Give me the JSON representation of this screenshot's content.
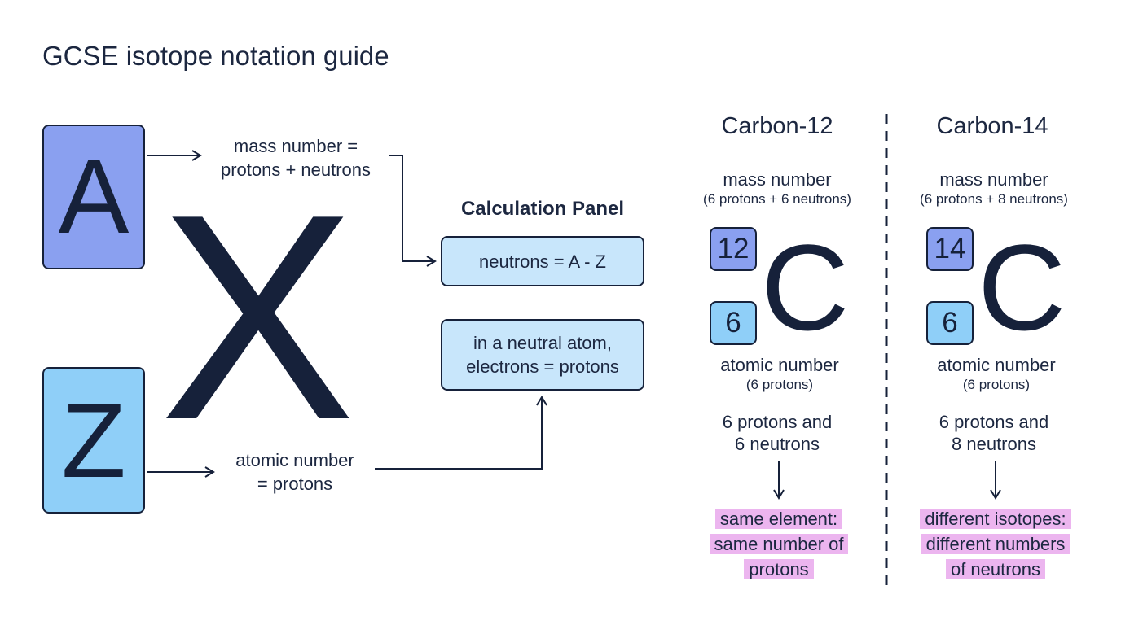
{
  "title": "GCSE isotope notation guide",
  "notation": {
    "mass_letter": "A",
    "element_letter": "X",
    "atomic_letter": "Z",
    "mass_label_line1": "mass number =",
    "mass_label_line2": "protons + neutrons",
    "atomic_label_line1": "atomic number",
    "atomic_label_line2": "= protons"
  },
  "panel": {
    "title": "Calculation Panel",
    "formula": "neutrons = A - Z",
    "neutral_line1": "in a neutral atom,",
    "neutral_line2": "electrons = protons"
  },
  "isotopes": [
    {
      "name": "Carbon-12",
      "mass_heading": "mass number",
      "mass_detail": "(6 protons + 6 neutrons)",
      "mass_number": "12",
      "atomic_number": "6",
      "symbol": "C",
      "atomic_heading": "atomic number",
      "atomic_detail": "(6 protons)",
      "composition_line1": "6 protons and",
      "composition_line2": "6 neutrons",
      "note_line1": "same element:",
      "note_line2": "same number of",
      "note_line3": "protons"
    },
    {
      "name": "Carbon-14",
      "mass_heading": "mass number",
      "mass_detail": "(6 protons + 8 neutrons)",
      "mass_number": "14",
      "atomic_number": "6",
      "symbol": "C",
      "atomic_heading": "atomic number",
      "atomic_detail": "(6 protons)",
      "composition_line1": "6 protons and",
      "composition_line2": "8 neutrons",
      "note_line1": "different isotopes:",
      "note_line2": "different numbers",
      "note_line3": "of neutrons"
    }
  ],
  "colors": {
    "mass_box": "#8aa0f0",
    "atomic_box": "#8fcff8",
    "panel_box": "#c8e6fb",
    "highlight": "#ecb5ef",
    "ink": "#16213a"
  }
}
